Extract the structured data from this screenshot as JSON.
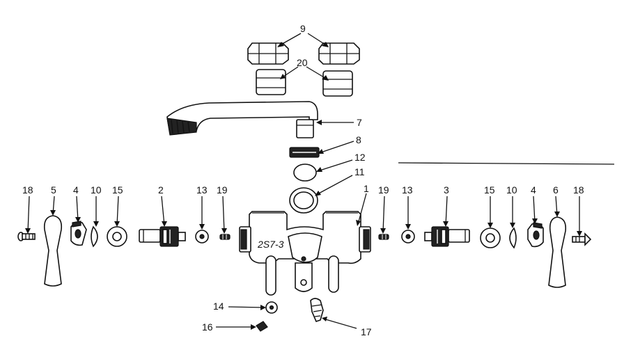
{
  "diagram": {
    "labels": [
      {
        "id": "l9",
        "text": "9"
      },
      {
        "id": "l20",
        "text": "20"
      },
      {
        "id": "l7",
        "text": "7"
      },
      {
        "id": "l8",
        "text": "8"
      },
      {
        "id": "l12",
        "text": "12"
      },
      {
        "id": "l11",
        "text": "11"
      },
      {
        "id": "l1",
        "text": "1"
      },
      {
        "id": "l18a",
        "text": "18"
      },
      {
        "id": "l5",
        "text": "5"
      },
      {
        "id": "l4a",
        "text": "4"
      },
      {
        "id": "l10a",
        "text": "10"
      },
      {
        "id": "l15a",
        "text": "15"
      },
      {
        "id": "l2",
        "text": "2"
      },
      {
        "id": "l13a",
        "text": "13"
      },
      {
        "id": "l19a",
        "text": "19"
      },
      {
        "id": "l19b",
        "text": "19"
      },
      {
        "id": "l13b",
        "text": "13"
      },
      {
        "id": "l3",
        "text": "3"
      },
      {
        "id": "l15b",
        "text": "15"
      },
      {
        "id": "l10b",
        "text": "10"
      },
      {
        "id": "l4b",
        "text": "4"
      },
      {
        "id": "l6",
        "text": "6"
      },
      {
        "id": "l18b",
        "text": "18"
      },
      {
        "id": "l14",
        "text": "14"
      },
      {
        "id": "l16",
        "text": "16"
      },
      {
        "id": "l17",
        "text": "17"
      }
    ],
    "body_marking": "2S7-3"
  }
}
